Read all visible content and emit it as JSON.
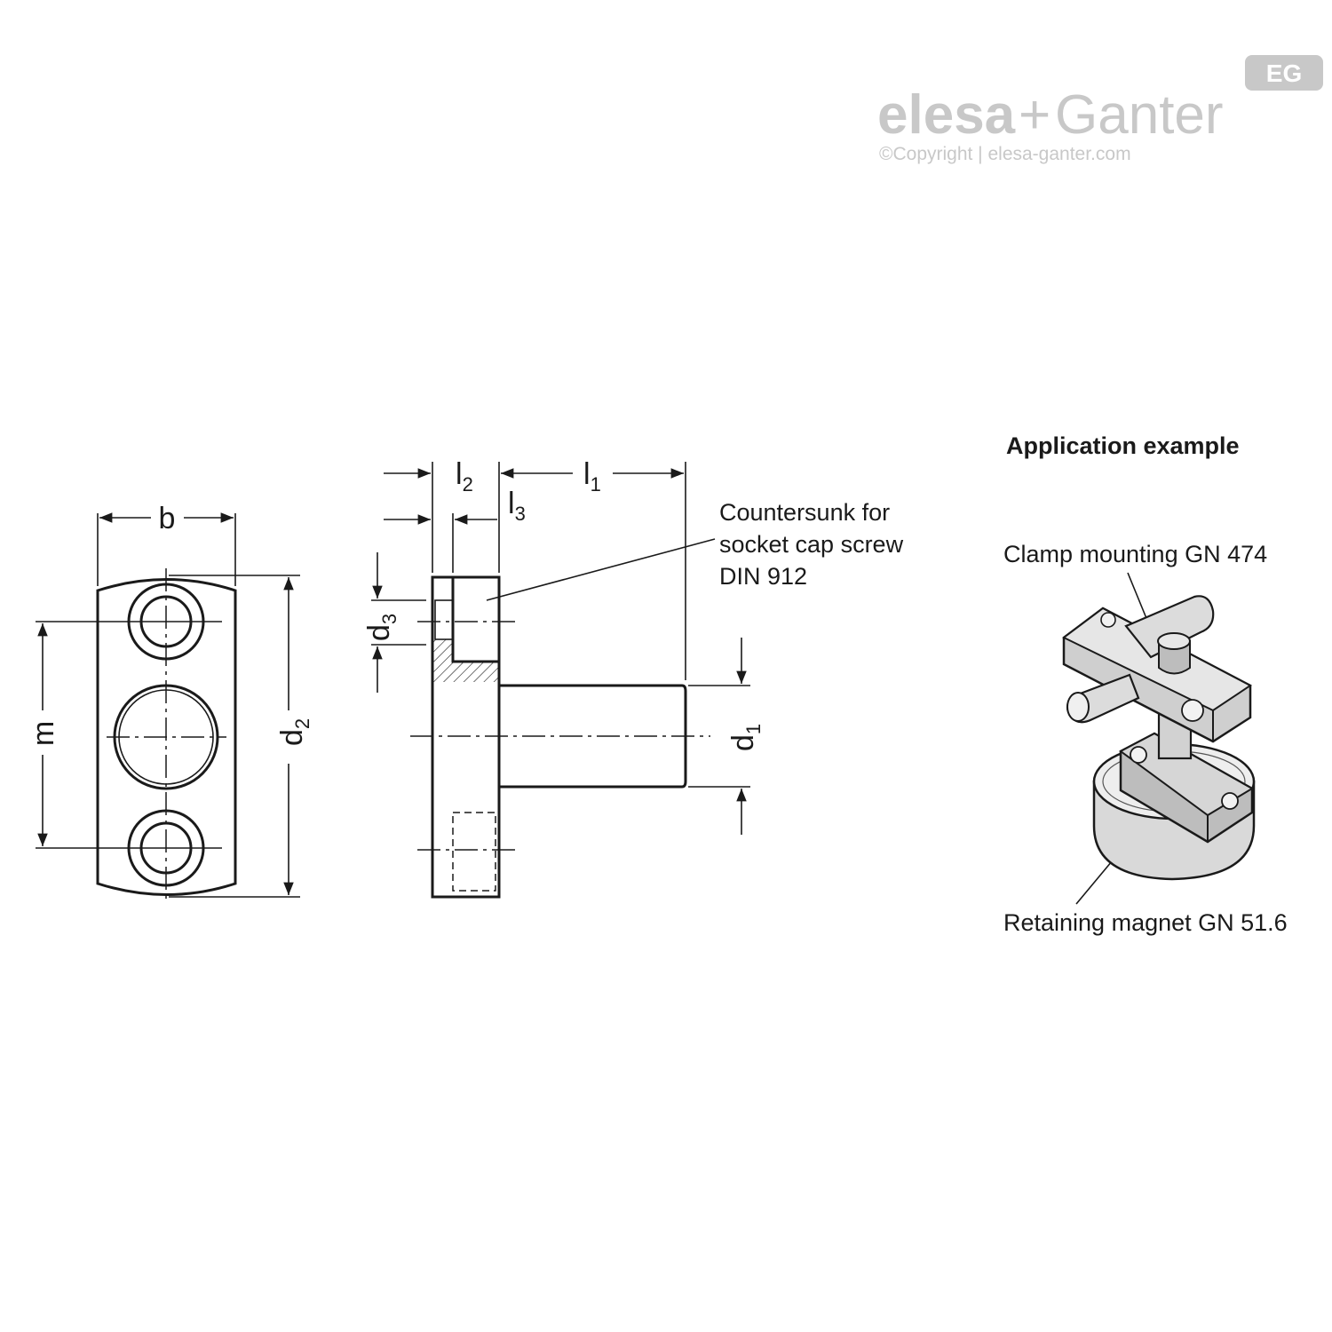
{
  "logo": {
    "brand_left": "elesa",
    "plus": "+",
    "brand_right": "Ganter",
    "badge": "EG",
    "copyright": "©Copyright | elesa-ganter.com"
  },
  "dimensions": {
    "b": "b",
    "m": "m",
    "d2": "d",
    "d2_sub": "2",
    "l2": "l",
    "l2_sub": "2",
    "l1": "l",
    "l1_sub": "1",
    "l3": "l",
    "l3_sub": "3",
    "d3": "d",
    "d3_sub": "3",
    "d1": "d",
    "d1_sub": "1"
  },
  "notes": {
    "countersunk_line1": "Countersunk for",
    "countersunk_line2": "socket cap screw",
    "countersunk_line3": "DIN 912"
  },
  "application": {
    "title": "Application example",
    "clamp_label": "Clamp mounting GN 474",
    "magnet_label": "Retaining magnet GN 51.6"
  }
}
